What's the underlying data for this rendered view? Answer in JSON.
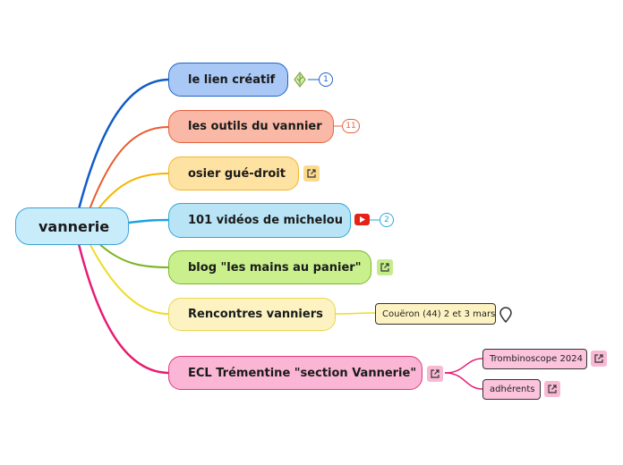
{
  "root": {
    "label": "vannerie"
  },
  "branches": [
    {
      "label": "le lien créatif",
      "fill": "#a9c8f5",
      "stroke": "#1f63c6",
      "edge": "#0f5bc9",
      "icon": "leaf-icon",
      "count": "1"
    },
    {
      "label": "les outils du vannier",
      "fill": "#f9b9a6",
      "stroke": "#e5633d",
      "edge": "#ea5a2e",
      "count": "11"
    },
    {
      "label": "osier gué-droit",
      "fill": "#fde2a1",
      "stroke": "#f2b62c",
      "edge": "#f4b400",
      "icon": "external-link-icon"
    },
    {
      "label": "101 vidéos de michelou",
      "fill": "#b8e4f6",
      "stroke": "#2ea7da",
      "edge": "#1ea3e0",
      "icon": "youtube-icon",
      "count": "2"
    },
    {
      "label": "blog \"les mains au panier\"",
      "fill": "#c9f08d",
      "stroke": "#79b829",
      "edge": "#7ab520",
      "icon": "external-link-icon"
    },
    {
      "label": "Rencontres vanniers",
      "fill": "#fdf3c2",
      "stroke": "#ead64a",
      "edge": "#eedc28",
      "icon": "location-pin-icon"
    },
    {
      "label": "ECL Trémentine \"section Vannerie\"",
      "fill": "#fab6d4",
      "stroke": "#e0397f",
      "edge": "#e71b74",
      "icon": "external-link-icon"
    }
  ],
  "subtopics": {
    "rencontres": "Couëron (44) 2 et 3 mars",
    "trombinoscope": "Trombinoscope 2024",
    "adherents": "adhérents"
  },
  "colors": {
    "link_badge": "#f8b9d2",
    "link_badge_yellow": "#fcd98b",
    "link_badge_green": "#c4ec8a",
    "youtube_red": "#e62117"
  }
}
